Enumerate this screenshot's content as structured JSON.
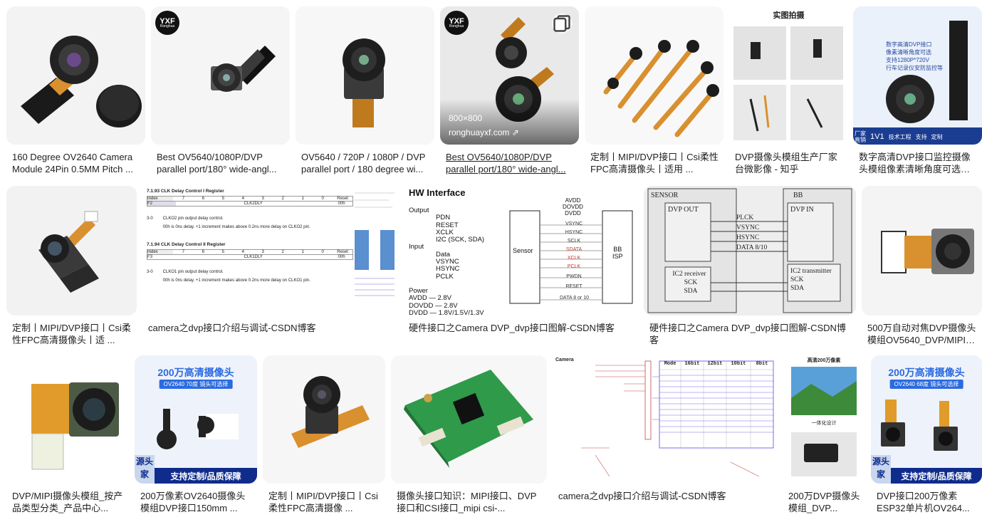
{
  "row1": [
    {
      "caption": "160 Degree OV2640 Camera Module 24Pin 0.5MM Pitch ..."
    },
    {
      "caption": "Best OV5640/1080P/DVP parallel port/180° wide-angl...",
      "logo": "YXF",
      "logo_sub": "Ronghua"
    },
    {
      "caption": "OV5640 / 720P / 1080P / DVP parallel port / 180 degree wi..."
    },
    {
      "caption": "Best OV5640/1080P/DVP parallel port/180° wide-angl...",
      "logo": "YXF",
      "logo_sub": "Ronghua",
      "size": "800×800",
      "domain": "ronghuayxf.com"
    },
    {
      "caption": "定制丨MIPI/DVP接口丨Csi柔性FPC高清摄像头丨适用 ..."
    },
    {
      "caption": "DVP摄像头模组生产厂家 台微影像 - 知乎",
      "label": "实图拍摄"
    },
    {
      "caption": "数字高清DVP接口监控摄像头模组像素清晰角度可选支 ...",
      "texts": [
        "数字高清DVP接口",
        "像素清晰角度可选",
        "支持1280P*720V",
        "行车记录仪安防监控等"
      ],
      "footer": [
        "厂家",
        "直销",
        "1V1",
        "技术工程",
        "支持",
        "定制"
      ]
    }
  ],
  "row2": [
    {
      "caption": "定制丨MIPI/DVP接口丨Csi柔性FPC高清摄像头丨适 ..."
    },
    {
      "caption": "camera之dvp接口介绍与调试-CSDN博客",
      "sec1": "7.1.93 CLK Delay Control I Register",
      "sec2": "7.1.94 CLK Delay Control II Register",
      "headers": [
        "Index",
        "7",
        "6",
        "5",
        "4",
        "3",
        "2",
        "1",
        "0",
        "Reset"
      ],
      "row_a": [
        "F2",
        "CLK2DLY",
        "00h"
      ],
      "row_b": [
        "F3",
        "CLK1DLY",
        "00h"
      ],
      "bits": "3-0",
      "note1a": "CLKO2 pin output delay control.",
      "note1b": "00h is 0ns delay. +1 increment makes above 0.2ns more delay on CLKO2 pin.",
      "note2a": "CLKO1 pin output delay control.",
      "note2b": "00h is 0ns delay. +1 increment makes above 0.2ns more delay on CLKO1 pin."
    },
    {
      "caption": "硬件接口之Camera DVP_dvp接口图解-CSDN博客",
      "title": "HW Interface",
      "left": [
        "Output",
        "PDN",
        "RESET",
        "XCLK",
        "I2C (SCK, SDA)",
        "Input",
        "Data",
        "VSYNC",
        "HSYNC",
        "PCLK",
        "Power",
        "AVDD — 2.8V",
        "DOVDD — 2.8V",
        "DVDD — 1.8V/1.5V/1.3V"
      ],
      "top": [
        "AVDD",
        "DOVDD",
        "DVDD"
      ],
      "signals": [
        "VSYNC",
        "HSYNC",
        "SCLK",
        "SDATA",
        "XCLK",
        "PCLK",
        "PWDN",
        "RESET",
        "DATA 8 or 10"
      ],
      "sensor": "Sensor",
      "bb": "BB",
      "isp": "ISP"
    },
    {
      "caption": "硬件接口之Camera DVP_dvp接口图解-CSDN博客",
      "sensor": "SENSOR",
      "bb": "BB",
      "dvp_out": "DVP OUT",
      "dvp_in": "DVP IN",
      "signals": [
        "PLCK",
        "VSYNC",
        "HSYNC",
        "DATA 8/10"
      ],
      "i2c_rx": [
        "IC2 receiver",
        "SCK",
        "SDA"
      ],
      "i2c_tx": [
        "IC2 transmitter",
        "SCK",
        "SDA"
      ]
    },
    {
      "caption": "500万自动对焦DVP摄像头模组OV5640_DVP/MIPI摄 ..."
    }
  ],
  "row3": [
    {
      "caption": "DVP/MIPI摄像头模组_按产品类型分类_产品中心..."
    },
    {
      "caption": "200万像素OV2640摄像头模组DVP接口150mm ...",
      "banner": "200万高清摄像头",
      "sub": "OV2640 70度 镜头可选择",
      "foot": "支持定制/品质保障",
      "side": [
        "源头",
        "家"
      ]
    },
    {
      "caption": "定制丨MIPI/DVP接口丨Csi柔性FPC高清摄像 ..."
    },
    {
      "caption": "摄像头接口知识：MIPI接口、DVP接口和CSI接口_mipi csi-..."
    },
    {
      "caption": "camera之dvp接口介绍与调试-CSDN博客",
      "heading": "Camera",
      "table_headers": [
        "Mode",
        "16bit",
        "12bit",
        "10bit",
        "8bit"
      ]
    },
    {
      "caption": "200万DVP摄像头模组_DVP...",
      "top": "高清200万像素",
      "mid": "一体化设计"
    },
    {
      "caption": "DVP接口200万像素ESP32单片机OV264...",
      "banner": "200万高清摄像头",
      "sub": "OV2640 68度 镜头可选择",
      "foot": "支持定制/品质保障",
      "side": [
        "源头",
        "家"
      ]
    }
  ],
  "colors": {
    "caption": "#1f1f1f",
    "banner_blue": "#2b6be0",
    "fpc_orange": "#d9902f"
  }
}
